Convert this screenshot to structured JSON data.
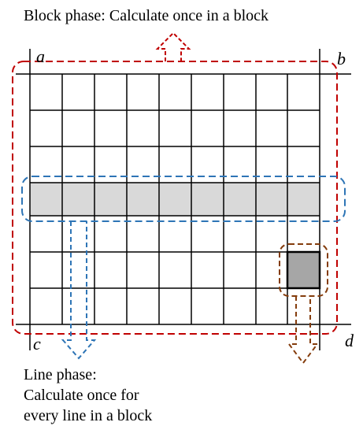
{
  "block_phase_caption": "Block phase: Calculate once in a block",
  "corner_labels": {
    "a": "a",
    "b": "b",
    "c": "c",
    "d": "d"
  },
  "line_phase_caption": {
    "line1": "Line phase:",
    "line2": "Calculate once for",
    "line3": "every line in a block"
  },
  "colors": {
    "block_outline": "#c00000",
    "line_outline": "#2e75b6",
    "cell_outline": "#843c0c",
    "highlight_row_fill": "#d9d9d9",
    "highlight_cell_fill": "#a6a6a6",
    "grid_line": "#000000"
  }
}
